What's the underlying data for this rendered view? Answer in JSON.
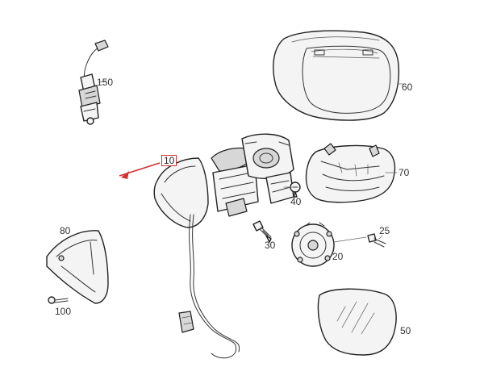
{
  "parts": [
    {
      "id": "10",
      "label": "10",
      "highlighted": true
    },
    {
      "id": "20",
      "label": "20"
    },
    {
      "id": "25",
      "label": "25"
    },
    {
      "id": "30",
      "label": "30"
    },
    {
      "id": "40",
      "label": "40"
    },
    {
      "id": "50",
      "label": "50"
    },
    {
      "id": "60",
      "label": "60"
    },
    {
      "id": "70",
      "label": "70"
    },
    {
      "id": "80",
      "label": "80"
    },
    {
      "id": "100",
      "label": "100"
    },
    {
      "id": "150",
      "label": "150"
    }
  ],
  "colors": {
    "highlight": "#d32f2f",
    "line": "#222222",
    "label_text": "#333333"
  }
}
